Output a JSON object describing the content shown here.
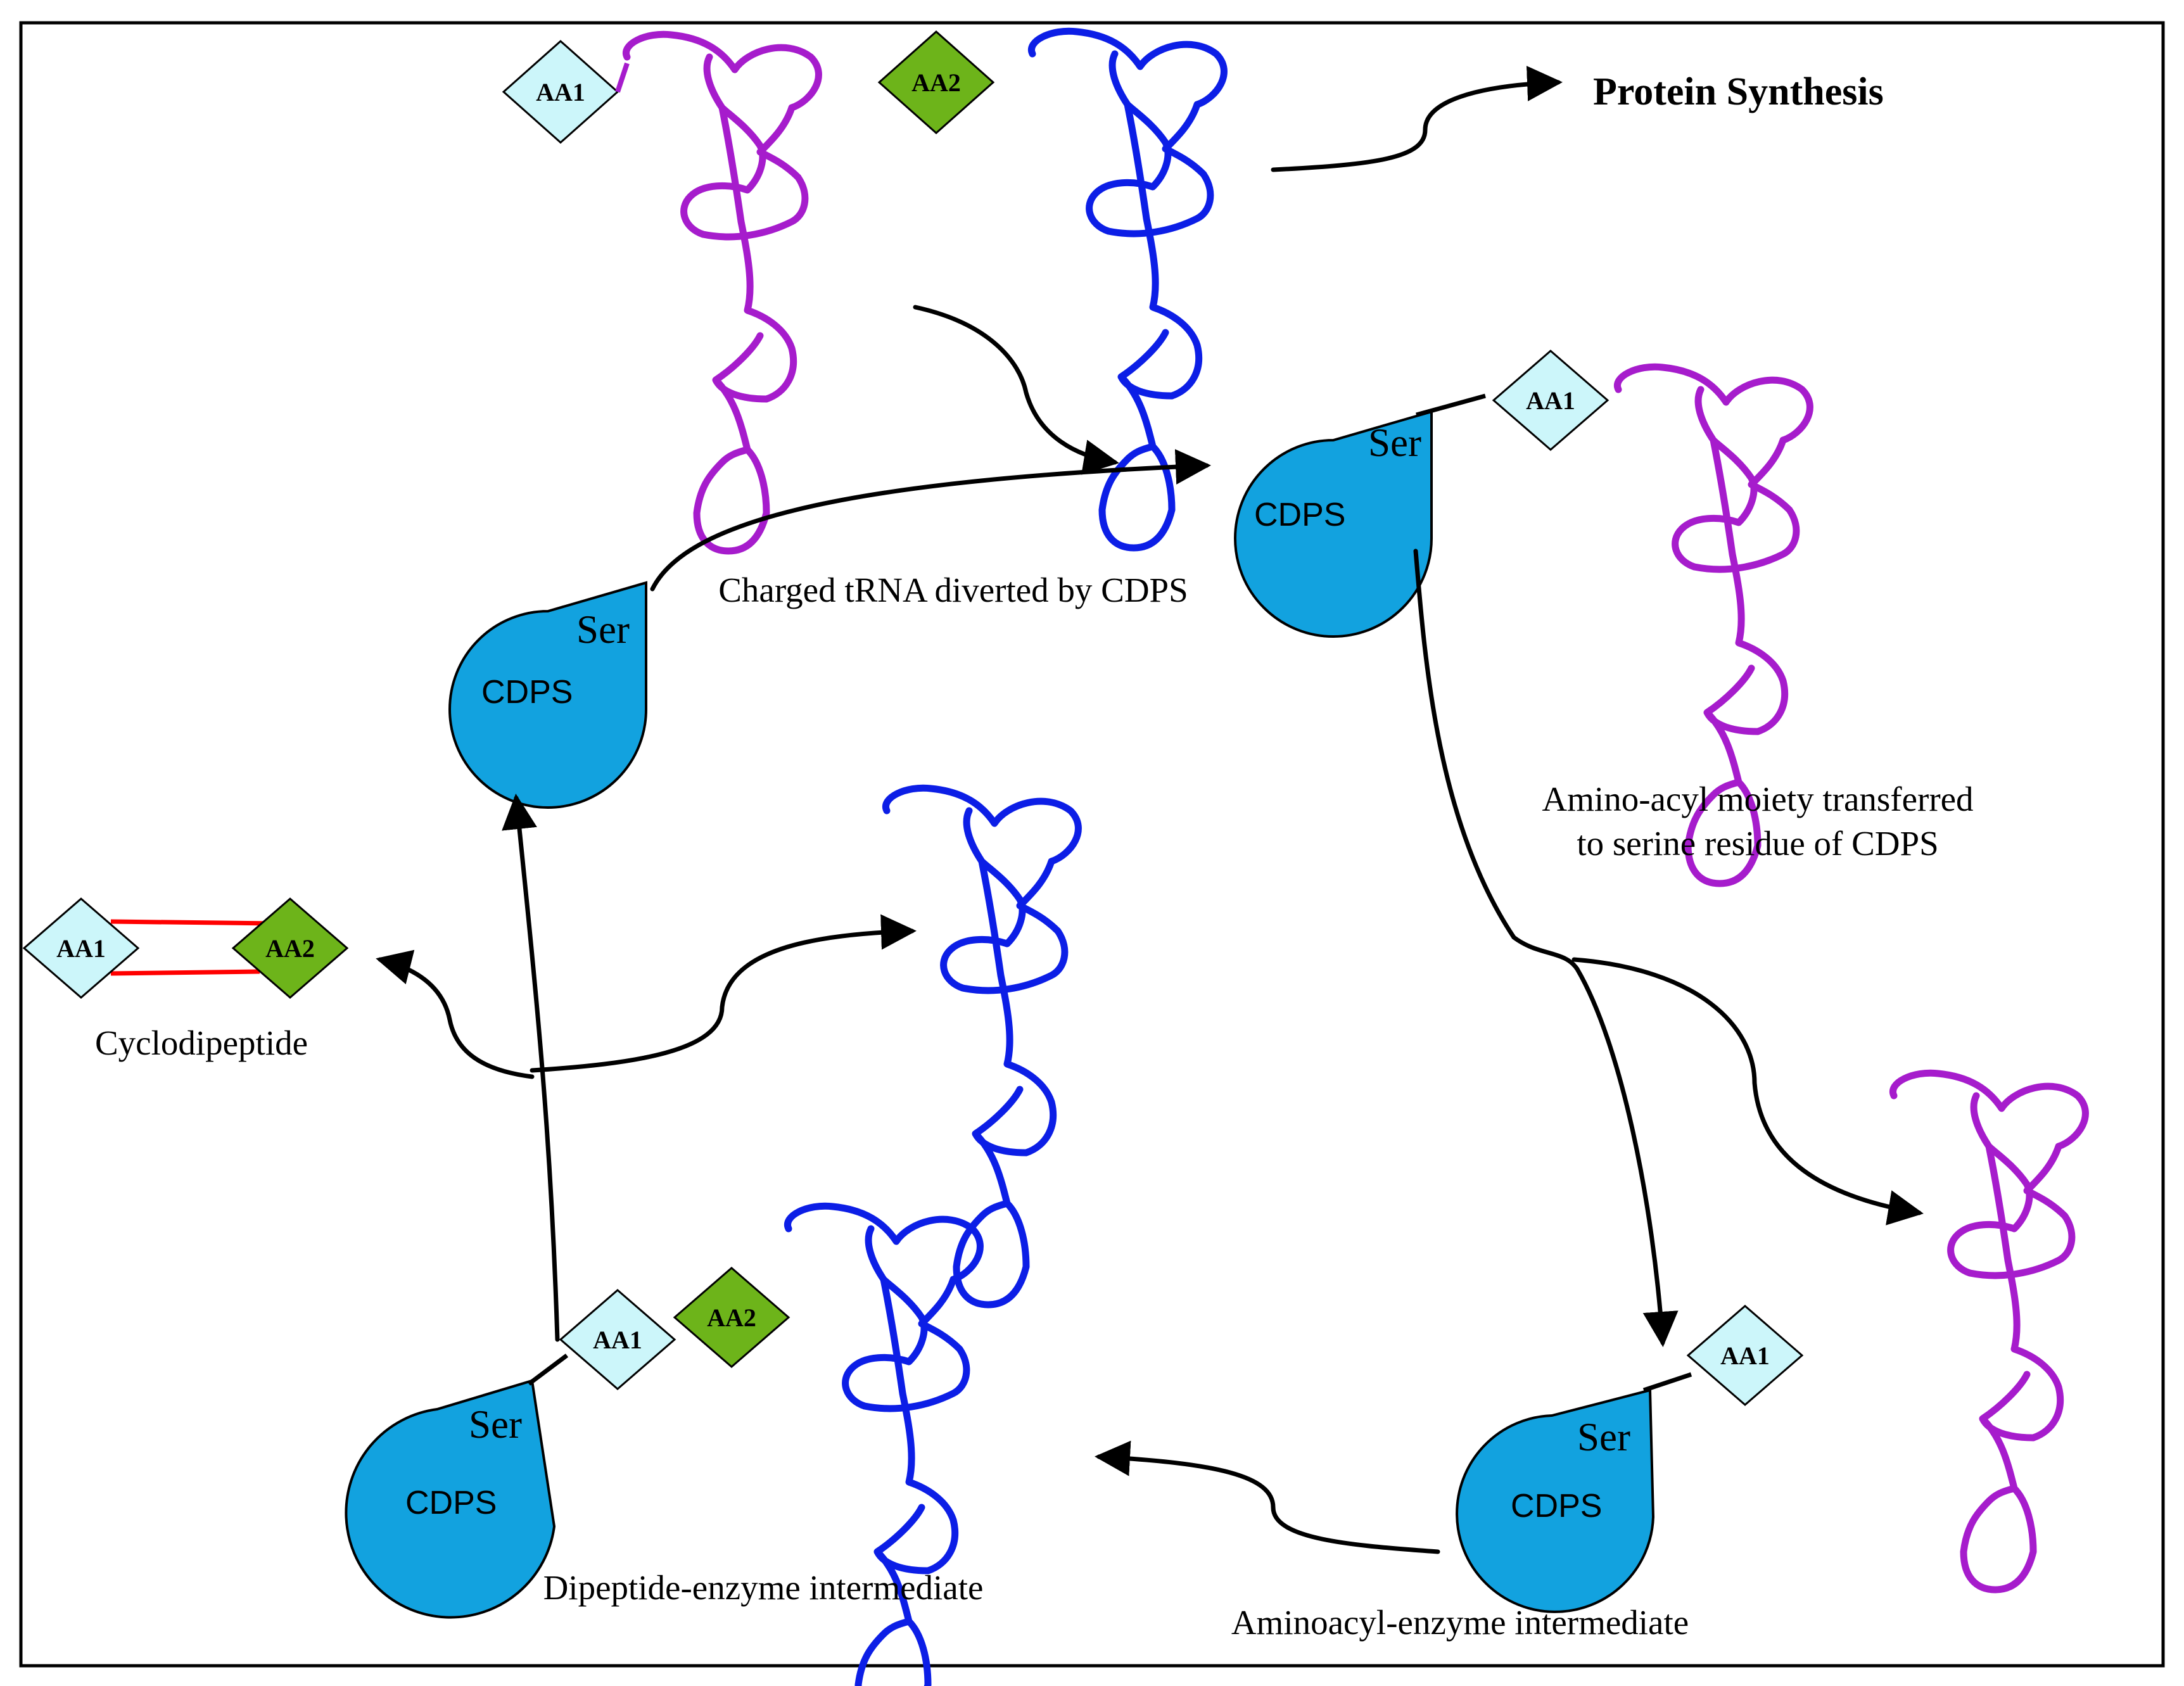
{
  "labels": {
    "protein_synthesis": "Protein Synthesis",
    "charged_trna": "Charged tRNA diverted by CDPS",
    "amino_acyl_line1": "Amino-acyl  moiety transferred",
    "amino_acyl_line2": "to serine residue of CDPS",
    "cyclodipeptide": "Cyclodipeptide",
    "dipeptide_intermediate": "Dipeptide-enzyme intermediate",
    "aminoacyl_intermediate": "Aminoacyl-enzyme intermediate"
  },
  "enzyme": {
    "name": "CDPS",
    "residue": "Ser"
  },
  "amino_acids": {
    "aa1": "AA1",
    "aa2": "AA2"
  },
  "colors": {
    "enzyme_fill": "#12a2df",
    "aa1_fill": "#ccf6fa",
    "aa2_fill": "#6db41a",
    "trna_purple": "#a61ccc",
    "trna_blue": "#0c1ee6",
    "peptide_bond": "#ff0000",
    "arrow": "#000000"
  }
}
